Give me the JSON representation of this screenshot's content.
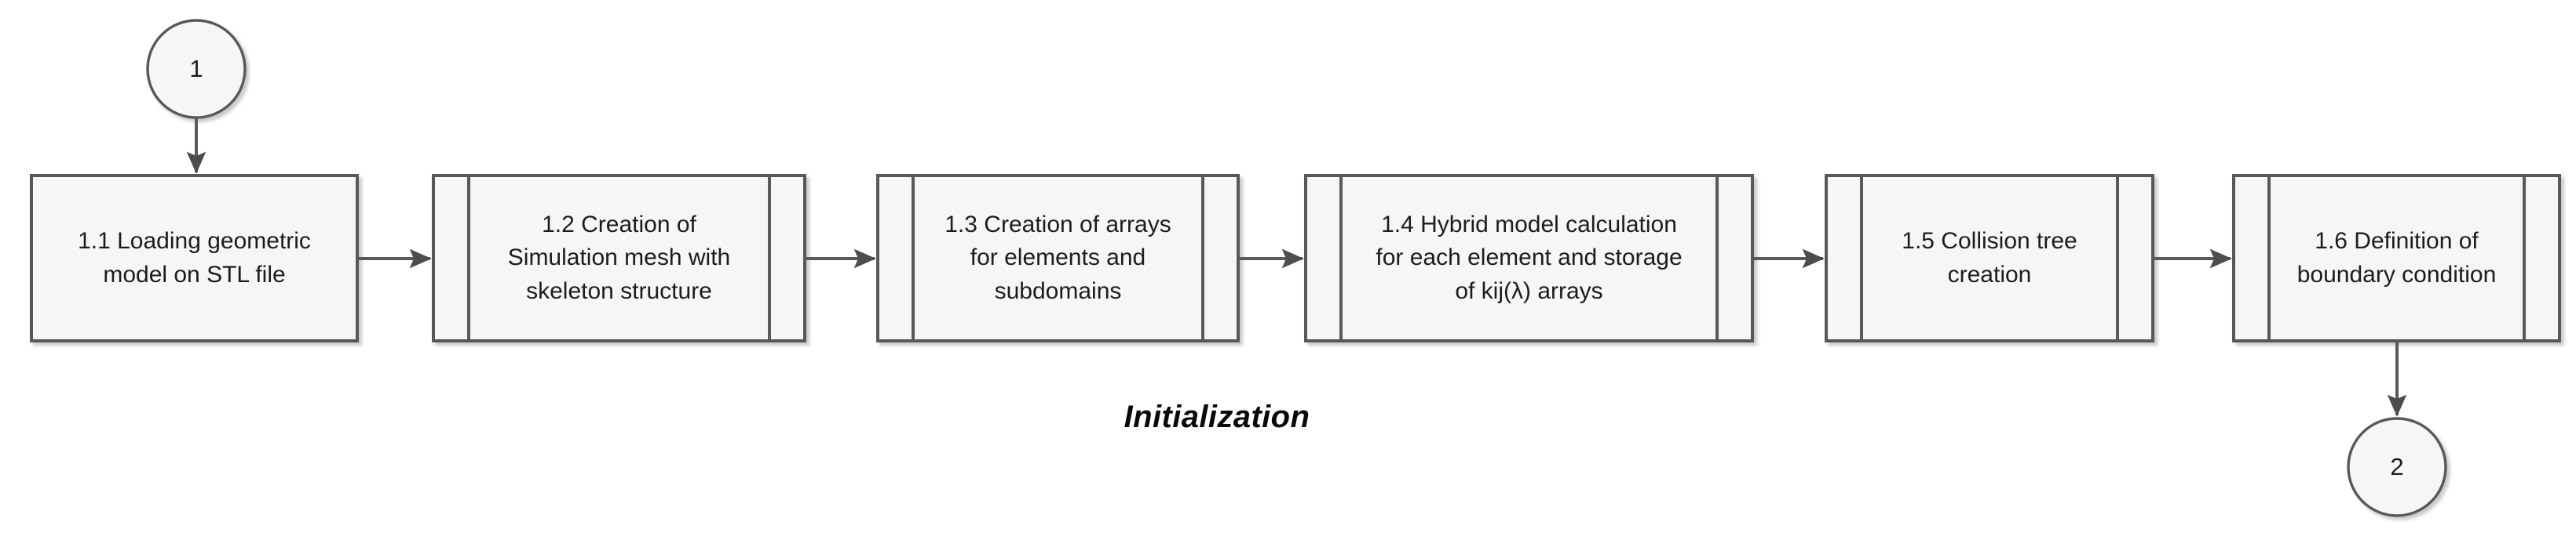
{
  "diagram": {
    "title": "Initialization",
    "caption": "Initialization",
    "background_color": "#ffffff",
    "shape_fill": "#f6f6f6",
    "shape_stroke": "#595959",
    "connector_color": "#595959",
    "text_color": "#1c1c1c"
  },
  "connectors": [
    {
      "id": "on-page-ref-1",
      "label": "1",
      "shape": "circle",
      "role": "entry-connector"
    },
    {
      "id": "on-page-ref-2",
      "label": "2",
      "shape": "circle",
      "role": "exit-connector"
    }
  ],
  "steps": [
    {
      "id": "step-1-1",
      "number": "1.1",
      "shape": "process",
      "label": "1.1 Loading geometric\nmodel on STL file"
    },
    {
      "id": "step-1-2",
      "number": "1.2",
      "shape": "predefined-process",
      "label": "1.2 Creation of\nSimulation mesh with\nskeleton structure"
    },
    {
      "id": "step-1-3",
      "number": "1.3",
      "shape": "predefined-process",
      "label": "1.3 Creation of arrays\nfor elements and\nsubdomains"
    },
    {
      "id": "step-1-4",
      "number": "1.4",
      "shape": "predefined-process",
      "label": "1.4 Hybrid model calculation\nfor each element and storage\nof kij(λ) arrays"
    },
    {
      "id": "step-1-5",
      "number": "1.5",
      "shape": "predefined-process",
      "label": "1.5 Collision tree\ncreation"
    },
    {
      "id": "step-1-6",
      "number": "1.6",
      "shape": "predefined-process",
      "label": "1.6 Definition of\nboundary condition"
    }
  ],
  "arrows": [
    {
      "id": "arrow-entry-to-1-1",
      "from": "on-page-ref-1",
      "to": "step-1-1",
      "direction": "down"
    },
    {
      "id": "arrow-1-1-to-1-2",
      "from": "step-1-1",
      "to": "step-1-2",
      "direction": "right"
    },
    {
      "id": "arrow-1-2-to-1-3",
      "from": "step-1-2",
      "to": "step-1-3",
      "direction": "right"
    },
    {
      "id": "arrow-1-3-to-1-4",
      "from": "step-1-3",
      "to": "step-1-4",
      "direction": "right"
    },
    {
      "id": "arrow-1-4-to-1-5",
      "from": "step-1-4",
      "to": "step-1-5",
      "direction": "right"
    },
    {
      "id": "arrow-1-5-to-1-6",
      "from": "step-1-5",
      "to": "step-1-6",
      "direction": "right"
    },
    {
      "id": "arrow-1-6-to-exit",
      "from": "step-1-6",
      "to": "on-page-ref-2",
      "direction": "down"
    }
  ]
}
